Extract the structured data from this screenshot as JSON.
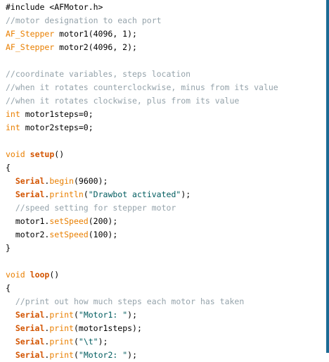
{
  "editor": {
    "lines": [
      [
        {
          "t": "plain",
          "v": "#include <AFMotor.h>"
        }
      ],
      [
        {
          "t": "comment",
          "v": "//motor designation to each port"
        }
      ],
      [
        {
          "t": "type",
          "v": "AF_Stepper"
        },
        {
          "t": "plain",
          "v": " motor1(4096, 1);"
        }
      ],
      [
        {
          "t": "type",
          "v": "AF_Stepper"
        },
        {
          "t": "plain",
          "v": " motor2(4096, 2);"
        }
      ],
      [],
      [
        {
          "t": "comment",
          "v": "//coordinate variables, steps location"
        }
      ],
      [
        {
          "t": "comment",
          "v": "//when it rotates counterclockwise, minus from its value"
        }
      ],
      [
        {
          "t": "comment",
          "v": "//when it rotates clockwise, plus from its value"
        }
      ],
      [
        {
          "t": "keyword",
          "v": "int"
        },
        {
          "t": "plain",
          "v": " motor1steps=0;"
        }
      ],
      [
        {
          "t": "keyword",
          "v": "int"
        },
        {
          "t": "plain",
          "v": " motor2steps=0;"
        }
      ],
      [],
      [
        {
          "t": "keyword",
          "v": "void"
        },
        {
          "t": "plain",
          "v": " "
        },
        {
          "t": "func",
          "v": "setup"
        },
        {
          "t": "plain",
          "v": "()"
        }
      ],
      [
        {
          "t": "plain",
          "v": "{"
        }
      ],
      [
        {
          "t": "ind",
          "v": "  "
        },
        {
          "t": "class",
          "v": "Serial"
        },
        {
          "t": "plain",
          "v": "."
        },
        {
          "t": "method",
          "v": "begin"
        },
        {
          "t": "plain",
          "v": "(9600);"
        }
      ],
      [
        {
          "t": "ind",
          "v": "  "
        },
        {
          "t": "class",
          "v": "Serial"
        },
        {
          "t": "plain",
          "v": "."
        },
        {
          "t": "method",
          "v": "println"
        },
        {
          "t": "plain",
          "v": "("
        },
        {
          "t": "string",
          "v": "\"Drawbot activated\""
        },
        {
          "t": "plain",
          "v": ");"
        }
      ],
      [
        {
          "t": "ind",
          "v": "  "
        },
        {
          "t": "comment",
          "v": "//speed setting for stepper motor"
        }
      ],
      [
        {
          "t": "ind",
          "v": "  "
        },
        {
          "t": "plain",
          "v": "motor1."
        },
        {
          "t": "method",
          "v": "setSpeed"
        },
        {
          "t": "plain",
          "v": "(200);"
        }
      ],
      [
        {
          "t": "ind",
          "v": "  "
        },
        {
          "t": "plain",
          "v": "motor2."
        },
        {
          "t": "method",
          "v": "setSpeed"
        },
        {
          "t": "plain",
          "v": "(100);"
        }
      ],
      [
        {
          "t": "plain",
          "v": "}"
        }
      ],
      [],
      [
        {
          "t": "keyword",
          "v": "void"
        },
        {
          "t": "plain",
          "v": " "
        },
        {
          "t": "func",
          "v": "loop"
        },
        {
          "t": "plain",
          "v": "()"
        }
      ],
      [
        {
          "t": "plain",
          "v": "{"
        }
      ],
      [
        {
          "t": "ind",
          "v": "  "
        },
        {
          "t": "comment",
          "v": "//print out how much steps each motor has taken"
        }
      ],
      [
        {
          "t": "ind",
          "v": "  "
        },
        {
          "t": "class",
          "v": "Serial"
        },
        {
          "t": "plain",
          "v": "."
        },
        {
          "t": "method",
          "v": "print"
        },
        {
          "t": "plain",
          "v": "("
        },
        {
          "t": "string",
          "v": "\"Motor1: \""
        },
        {
          "t": "plain",
          "v": ");"
        }
      ],
      [
        {
          "t": "ind",
          "v": "  "
        },
        {
          "t": "class",
          "v": "Serial"
        },
        {
          "t": "plain",
          "v": "."
        },
        {
          "t": "method",
          "v": "print"
        },
        {
          "t": "plain",
          "v": "(motor1steps);"
        }
      ],
      [
        {
          "t": "ind",
          "v": "  "
        },
        {
          "t": "class",
          "v": "Serial"
        },
        {
          "t": "plain",
          "v": "."
        },
        {
          "t": "method",
          "v": "print"
        },
        {
          "t": "plain",
          "v": "("
        },
        {
          "t": "string",
          "v": "\"\\t\""
        },
        {
          "t": "plain",
          "v": ");"
        }
      ],
      [
        {
          "t": "ind",
          "v": "  "
        },
        {
          "t": "class",
          "v": "Serial"
        },
        {
          "t": "plain",
          "v": "."
        },
        {
          "t": "method",
          "v": "print"
        },
        {
          "t": "plain",
          "v": "("
        },
        {
          "t": "string",
          "v": "\"Motor2: \""
        },
        {
          "t": "plain",
          "v": ");"
        }
      ]
    ]
  },
  "colors": {
    "background": "#ffffff",
    "comment": "#95a3ab",
    "keyword": "#e97f00",
    "function": "#d35400",
    "string": "#005c5f",
    "scrollbar_edge": "#1c6b94"
  }
}
